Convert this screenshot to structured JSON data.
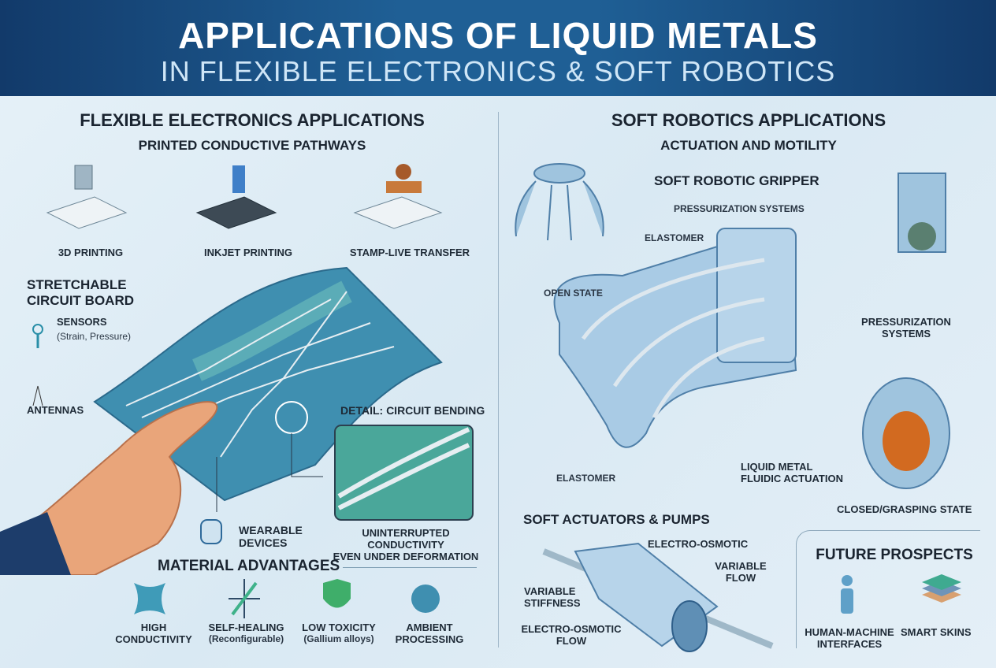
{
  "header": {
    "title": "APPLICATIONS OF LIQUID METALS",
    "subtitle": "IN FLEXIBLE ELECTRONICS & SOFT ROBOTICS"
  },
  "left": {
    "title": "FLEXIBLE ELECTRONICS APPLICATIONS",
    "printed": {
      "title": "PRINTED CONDUCTIVE PATHWAYS",
      "methods": [
        "3D PRINTING",
        "INKJET PRINTING",
        "STAMP-LIVE TRANSFER"
      ]
    },
    "board": {
      "title_1": "STRETCHABLE",
      "title_2": "CIRCUIT BOARD",
      "sensors": "SENSORS",
      "sensors_note": "(Strain, Pressure)",
      "antennas": "ANTENNAS",
      "wearable_1": "WEARABLE",
      "wearable_2": "DEVICES",
      "detail": "DETAIL: CIRCUIT BENDING",
      "detail_note_1": "UNINTERRUPTED CONDUCTIVITY",
      "detail_note_2": "EVEN UNDER DEFORMATION"
    },
    "advantages": {
      "title": "MATERIAL ADVANTAGES",
      "items": [
        {
          "l1": "HIGH",
          "l2": "CONDUCTIVITY",
          "icon": "mesh-compress-icon"
        },
        {
          "l1": "SELF-HEALING",
          "l2": "(Reconfigurable)",
          "icon": "self-healing-icon"
        },
        {
          "l1": "LOW TOXICITY",
          "l2": "(Gallium alloys)",
          "icon": "shield-check-icon"
        },
        {
          "l1": "AMBIENT",
          "l2": "PROCESSING",
          "icon": "droplet-icon"
        }
      ]
    }
  },
  "right": {
    "title": "SOFT ROBOTICS APPLICATIONS",
    "actuation": "ACTUATION AND MOTILITY",
    "gripper": {
      "title": "SOFT ROBOTIC GRIPPER",
      "pressurization_top": "PRESSURIZATION SYSTEMS",
      "elastomer_top": "ELASTOMER",
      "open": "OPEN STATE",
      "pressurization_1": "PRESSURIZATION",
      "pressurization_2": "SYSTEMS",
      "elastomer_bottom": "ELASTOMER",
      "liquid_1": "LIQUID METAL",
      "liquid_2": "FLUIDIC ACTUATION",
      "closed": "CLOSED/GRASPING STATE"
    },
    "pumps": {
      "title": "SOFT ACTUATORS & PUMPS",
      "eo_top": "ELECTRO-OSMOTIC",
      "vf_1": "VARIABLE",
      "vf_2": "FLOW",
      "vs_1": "VARIABLE",
      "vs_2": "STIFFNESS",
      "eo_1": "ELECTRO-OSMOTIC",
      "eo_2": "FLOW"
    },
    "future": {
      "title": "FUTURE PROSPECTS",
      "hmi_1": "HUMAN-MACHINE",
      "hmi_2": "INTERFACES",
      "skins": "SMART SKINS"
    }
  },
  "colors": {
    "header": "#1f5f95",
    "accent": "#3fa9d8",
    "board": "#3f8fb0",
    "finger": "#e9a57a",
    "orange": "#d26a20"
  }
}
